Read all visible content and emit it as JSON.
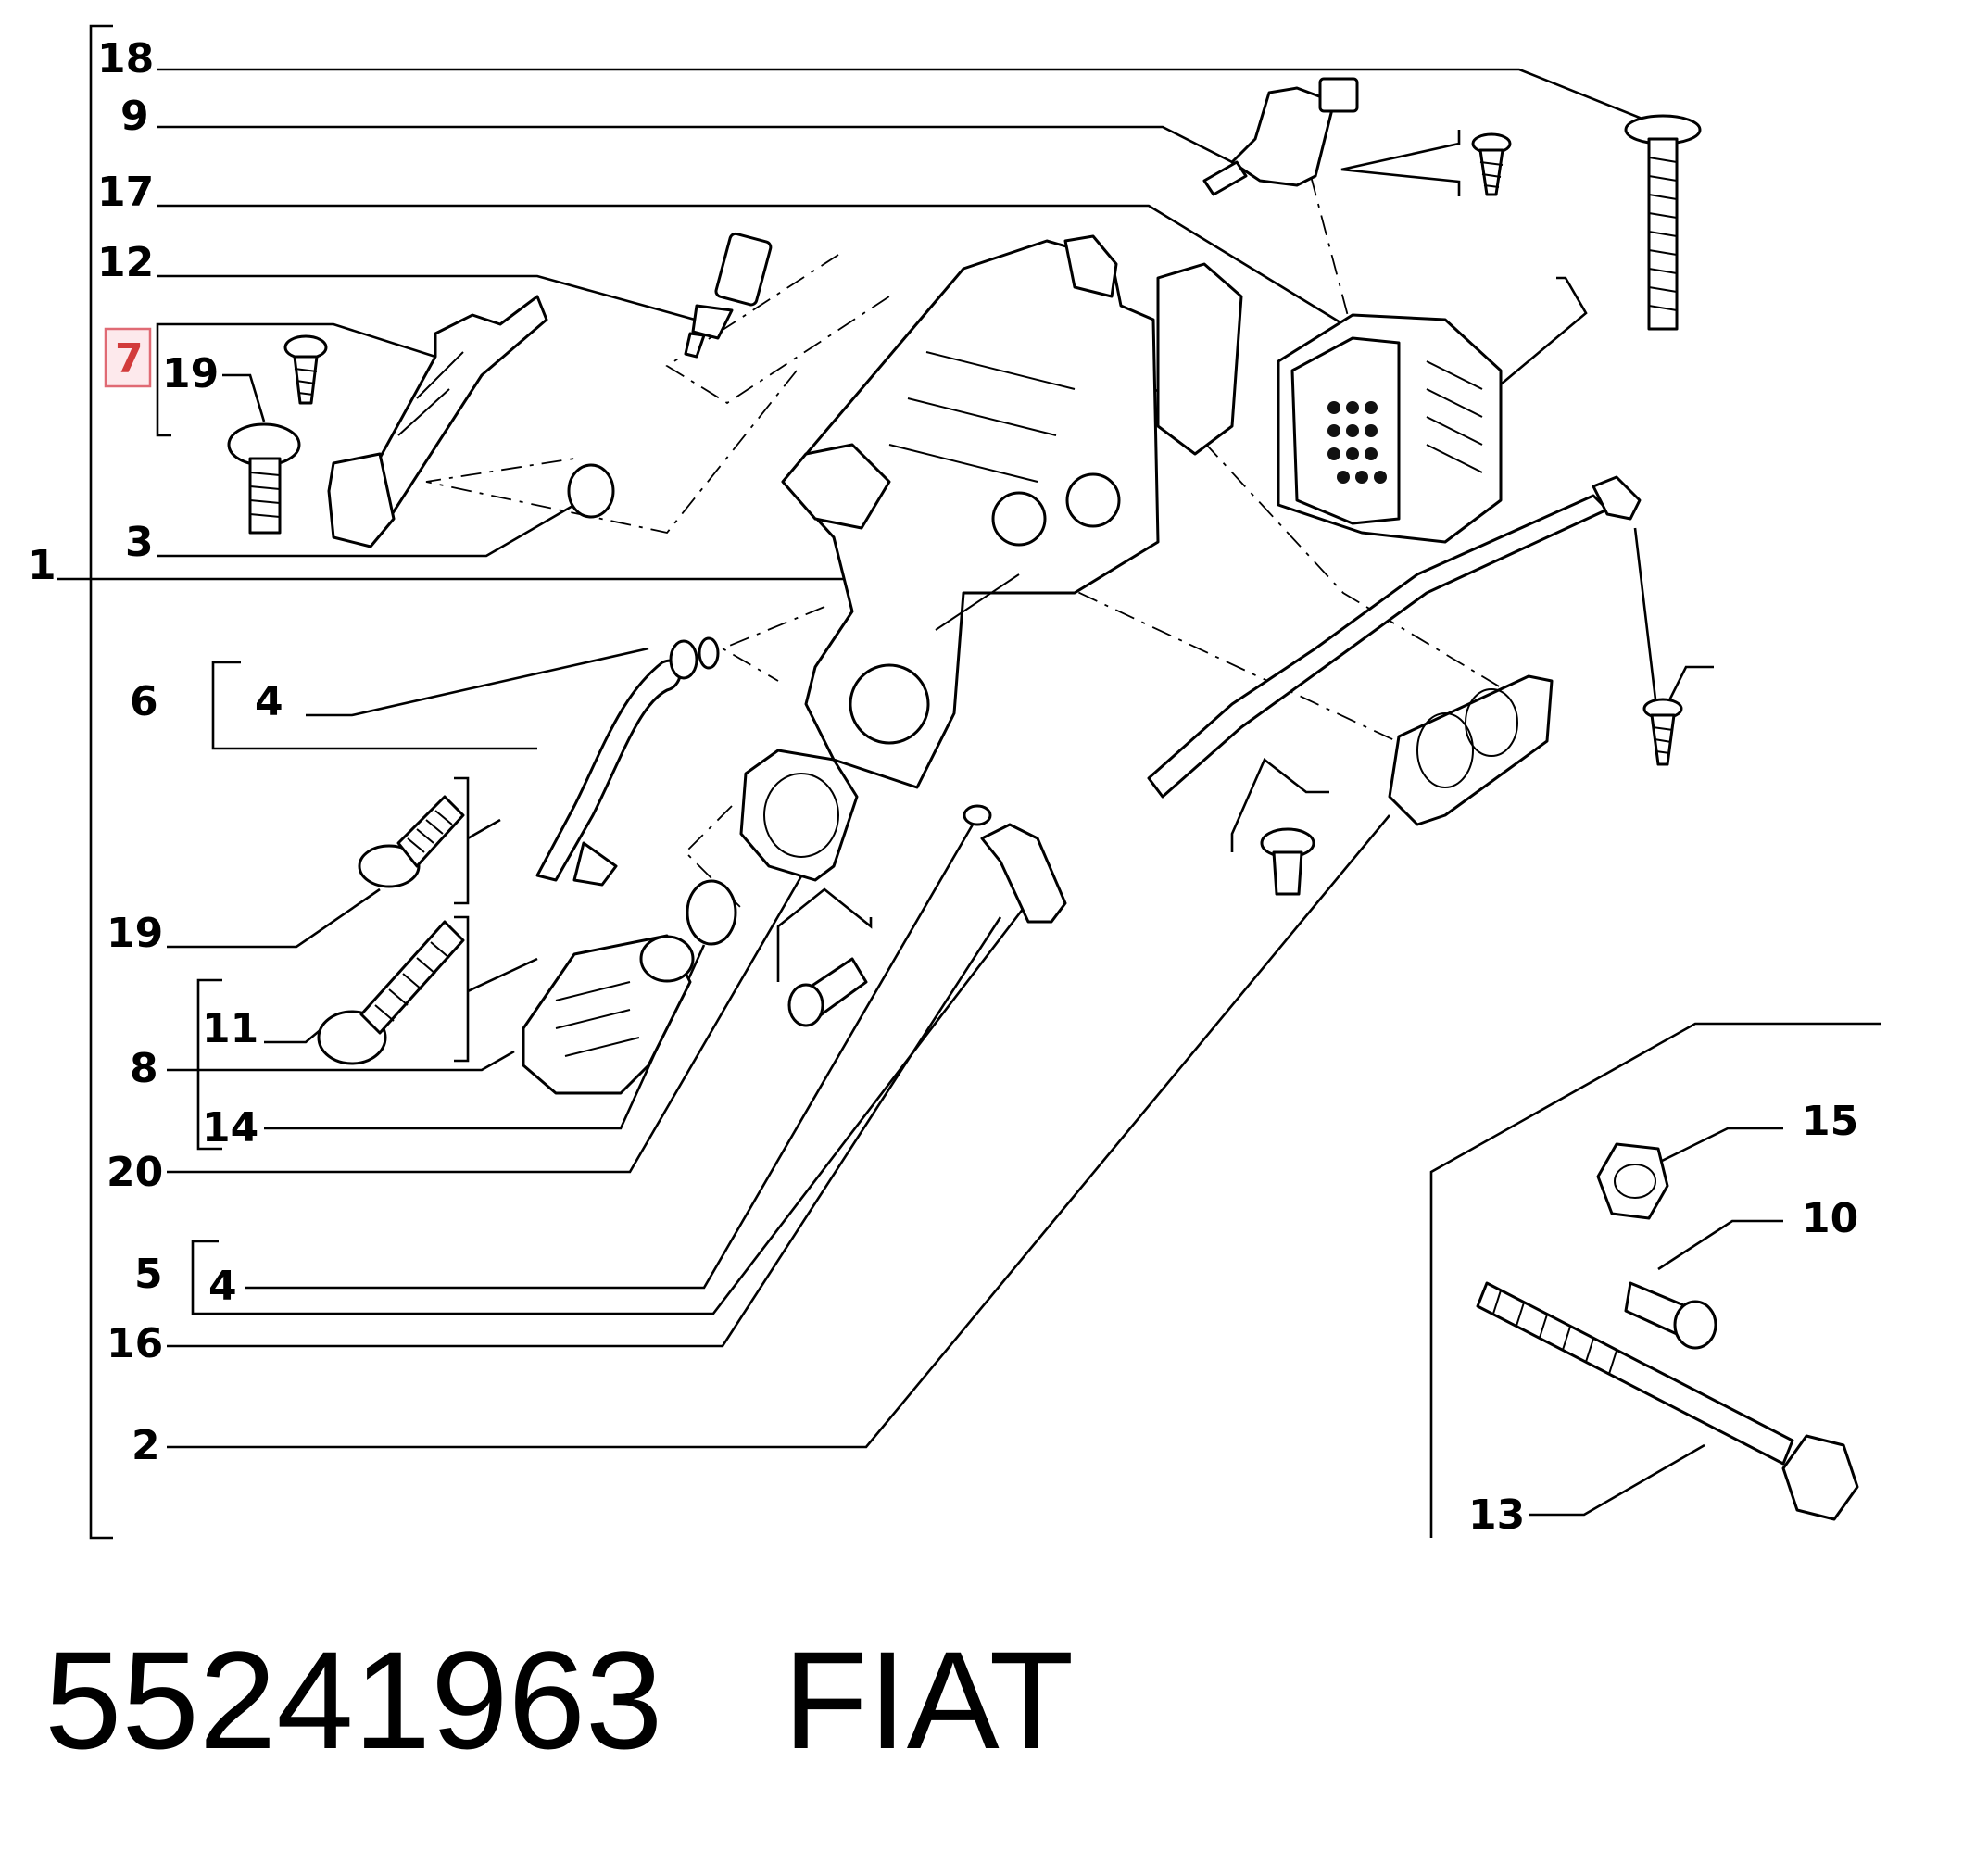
{
  "callouts": {
    "c18": "18",
    "c9": "9",
    "c17": "17",
    "c12": "12",
    "c7": "7",
    "c19a": "19",
    "c3": "3",
    "c1": "1",
    "c6": "6",
    "c4a": "4",
    "c19b": "19",
    "c11": "11",
    "c8": "8",
    "c14": "14",
    "c20": "20",
    "c5": "5",
    "c4b": "4",
    "c16": "16",
    "c2": "2",
    "c15": "15",
    "c10": "10",
    "c13": "13"
  },
  "highlighted_callout": "7",
  "footer": {
    "part_number": "55241963",
    "brand": "FIAT"
  }
}
